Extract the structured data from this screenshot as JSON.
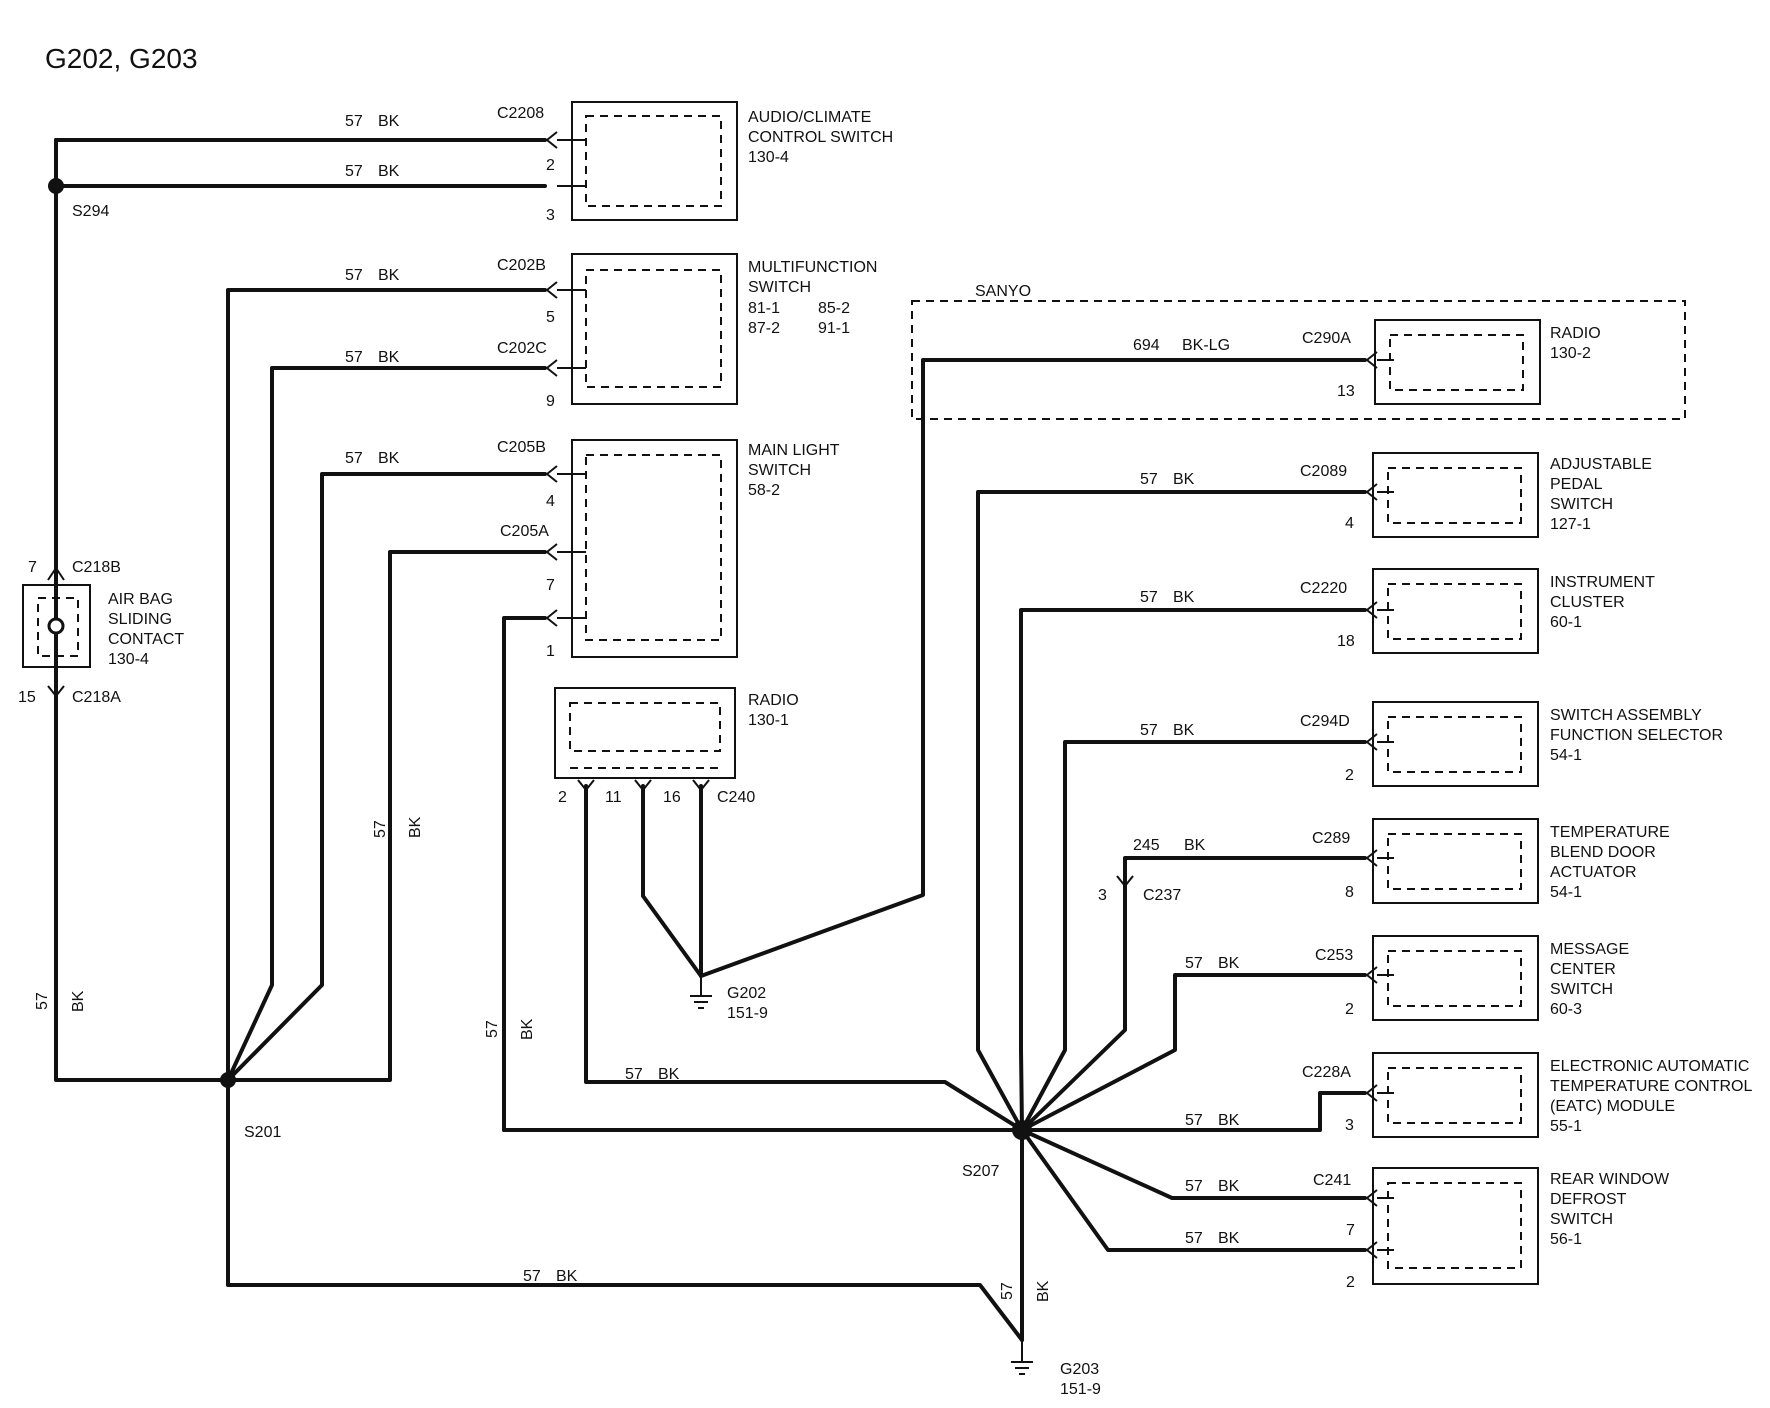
{
  "title": "G202, G203",
  "components": {
    "audio_climate": {
      "name": [
        "AUDIO/CLIMATE",
        "CONTROL  SWITCH",
        "130-4"
      ],
      "connector": "C2208",
      "pins": [
        "2",
        "3"
      ]
    },
    "multifunction": {
      "name": [
        "MULTIFUNCTION",
        "SWITCH",
        "81-1",
        "85-2",
        "87-2",
        "91-1"
      ],
      "connectors": [
        "C202B",
        "C202C"
      ],
      "pins": [
        "5",
        "9"
      ]
    },
    "main_light": {
      "name": [
        "MAIN LIGHT",
        "SWITCH",
        "58-2"
      ],
      "connectors": [
        "C205B",
        "C205A"
      ],
      "pins": [
        "4",
        "7",
        "1"
      ]
    },
    "radio_130_1": {
      "name": [
        "RADIO",
        "130-1"
      ],
      "connector": "C240",
      "pins": [
        "2",
        "11",
        "16"
      ]
    },
    "sanyo": {
      "label": "SANYO"
    },
    "radio_130_2": {
      "name": [
        "RADIO",
        "130-2"
      ],
      "connector": "C290A",
      "pin": "13"
    },
    "adjustable_pedal": {
      "name": [
        "ADJUSTABLE",
        "PEDAL",
        "SWITCH",
        "127-1"
      ],
      "connector": "C2089",
      "pin": "4"
    },
    "instrument_cluster": {
      "name": [
        "INSTRUMENT",
        "CLUSTER",
        "60-1"
      ],
      "connector": "C2220",
      "pin": "18"
    },
    "switch_assembly": {
      "name": [
        "SWITCH ASSEMBLY",
        "FUNCTION SELECTOR",
        "54-1"
      ],
      "connector": "C294D",
      "pin": "2"
    },
    "temp_blend": {
      "name": [
        "TEMPERATURE",
        "BLEND DOOR",
        "ACTUATOR",
        "54-1"
      ],
      "connector": "C289",
      "pin": "8",
      "inline": "C237",
      "inline_pin": "3"
    },
    "message_center": {
      "name": [
        "MESSAGE",
        "CENTER",
        "SWITCH",
        "60-3"
      ],
      "connector": "C253",
      "pin": "2"
    },
    "eatc": {
      "name": [
        "ELECTRONIC AUTOMATIC",
        "TEMPERATURE CONTROL",
        "(EATC) MODULE",
        "55-1"
      ],
      "connector": "C228A",
      "pin": "3"
    },
    "rear_defrost": {
      "name": [
        "REAR WINDOW",
        "DEFROST",
        "SWITCH",
        "56-1"
      ],
      "connector": "C241",
      "pins": [
        "7",
        "2"
      ]
    },
    "air_bag": {
      "name": [
        "AIR BAG",
        "SLIDING",
        "CONTACT",
        "130-4"
      ],
      "connectors": [
        "C218B",
        "C218A"
      ],
      "pins": [
        "7",
        "15"
      ]
    }
  },
  "splices": [
    "S294",
    "S201",
    "S207"
  ],
  "grounds": {
    "g202": {
      "name": "G202",
      "ref": "151-9"
    },
    "g203": {
      "name": "G203",
      "ref": "151-9"
    }
  },
  "wire": {
    "circuit": "57",
    "color": "BK"
  },
  "wire_radio": {
    "circuit": "694",
    "color": "BK-LG"
  },
  "wire_temp": {
    "circuit": "245",
    "color": "BK"
  },
  "colors": {
    "ink": "#111111",
    "background": "#ffffff"
  }
}
